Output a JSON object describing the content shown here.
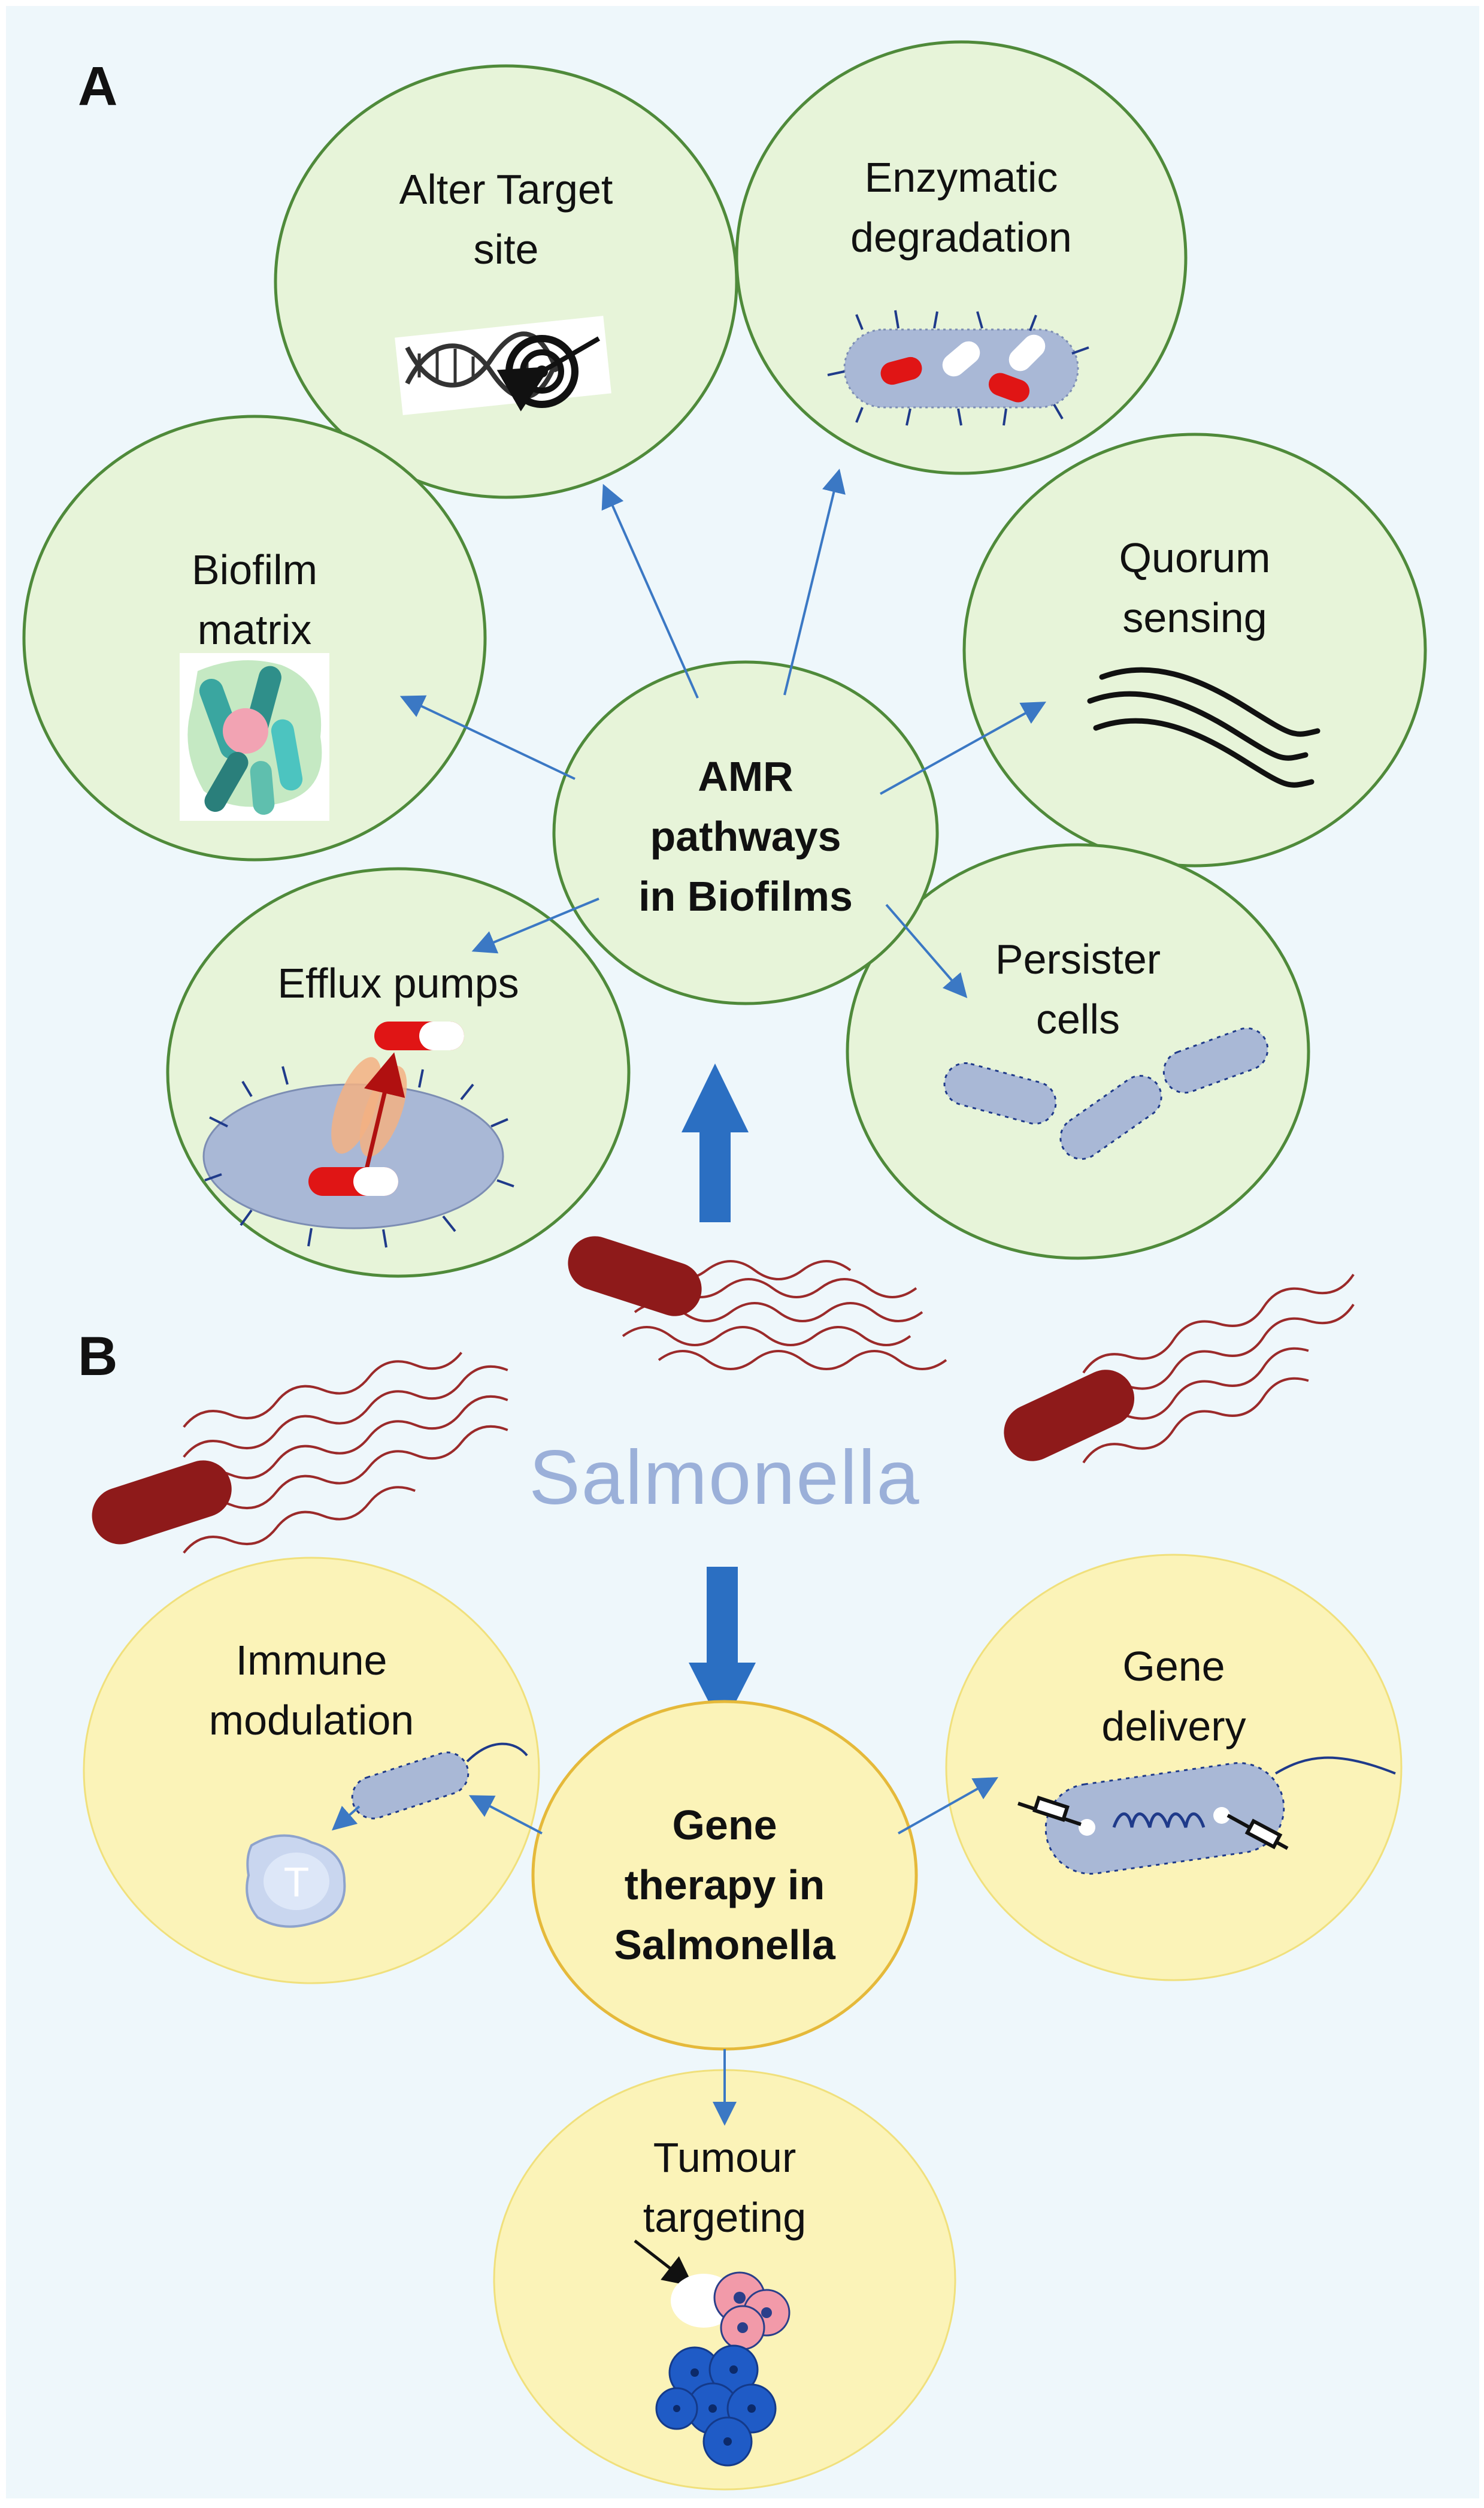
{
  "panels": {
    "a_letter": "A",
    "b_letter": "B"
  },
  "panel_a": {
    "center": [
      "AMR",
      "pathways",
      "in Biofilms"
    ],
    "alter_target": [
      "Alter Target",
      "site"
    ],
    "enzymatic": [
      "Enzymatic",
      "degradation"
    ],
    "biofilm": [
      "Biofilm",
      "matrix"
    ],
    "quorum": [
      "Quorum",
      "sensing"
    ],
    "efflux": [
      "Efflux pumps"
    ],
    "persister": [
      "Persister",
      "cells"
    ]
  },
  "middle": {
    "salmonella": "Salmonella"
  },
  "panel_b": {
    "center": [
      "Gene",
      "therapy in",
      "Salmonella"
    ],
    "immune": [
      "Immune",
      "modulation"
    ],
    "gene_delivery": [
      "Gene",
      "delivery"
    ],
    "tumour": [
      "Tumour",
      "targeting"
    ],
    "t_cell_letter": "T"
  },
  "colors": {
    "background": "#eef7fb",
    "green_fill": "#e7f4d9",
    "green_stroke": "#4f8a3a",
    "yellow_fill": "#fbf3b8",
    "yellow_stroke": "#e5b93a",
    "arrow_blue": "#3b78c4",
    "big_arrow": "#2b6fc2",
    "bacterium": "#a9b8d6",
    "salmonella_red": "#8e1a1a"
  }
}
